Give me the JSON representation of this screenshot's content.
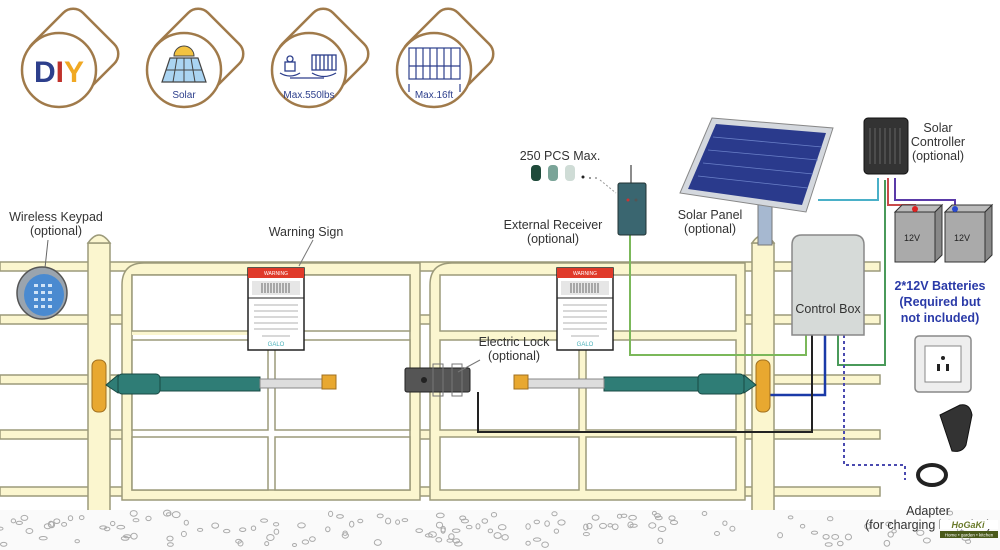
{
  "badges": [
    {
      "icon": "diy-icon",
      "label": "",
      "text": "DIY"
    },
    {
      "icon": "solar-icon",
      "label": "Solar"
    },
    {
      "icon": "scale-icon",
      "label": "Max.550lbs"
    },
    {
      "icon": "gate-width-icon",
      "label": "Max.16ft"
    }
  ],
  "labels": {
    "wireless_keypad": "Wireless Keypad",
    "wireless_keypad_opt": "(optional)",
    "warning_sign": "Warning Sign",
    "remotes": "250 PCS Max.",
    "external_receiver": "External Receiver",
    "external_receiver_opt": "(optional)",
    "solar_panel": "Solar Panel",
    "solar_panel_opt": "(optional)",
    "solar_controller": "Solar",
    "solar_controller_2": "Controller",
    "solar_controller_opt": "(optional)",
    "battery_left": "12V",
    "battery_right": "12V",
    "batteries": "2*12V Batteries",
    "batteries_note1": "(Required but",
    "batteries_note2": "not included)",
    "control_box": "Control Box",
    "electric_lock": "Electric Lock",
    "electric_lock_opt": "(optional)",
    "adapter": "Adapter",
    "adapter_note": "(for charging batteries)",
    "warning_header": "WARNING",
    "sign_brand": "GALO",
    "watermark": "HoGaKi",
    "watermark_sub": "Home • garden • kitchen"
  },
  "colors": {
    "badge_frame": "#a07a4a",
    "badge_text": "#2d3f8c",
    "rail": "#fbf6cf",
    "operator": "#2f7d76",
    "battery_label": "#2a3aa8",
    "warning_red": "#e03a2a"
  }
}
